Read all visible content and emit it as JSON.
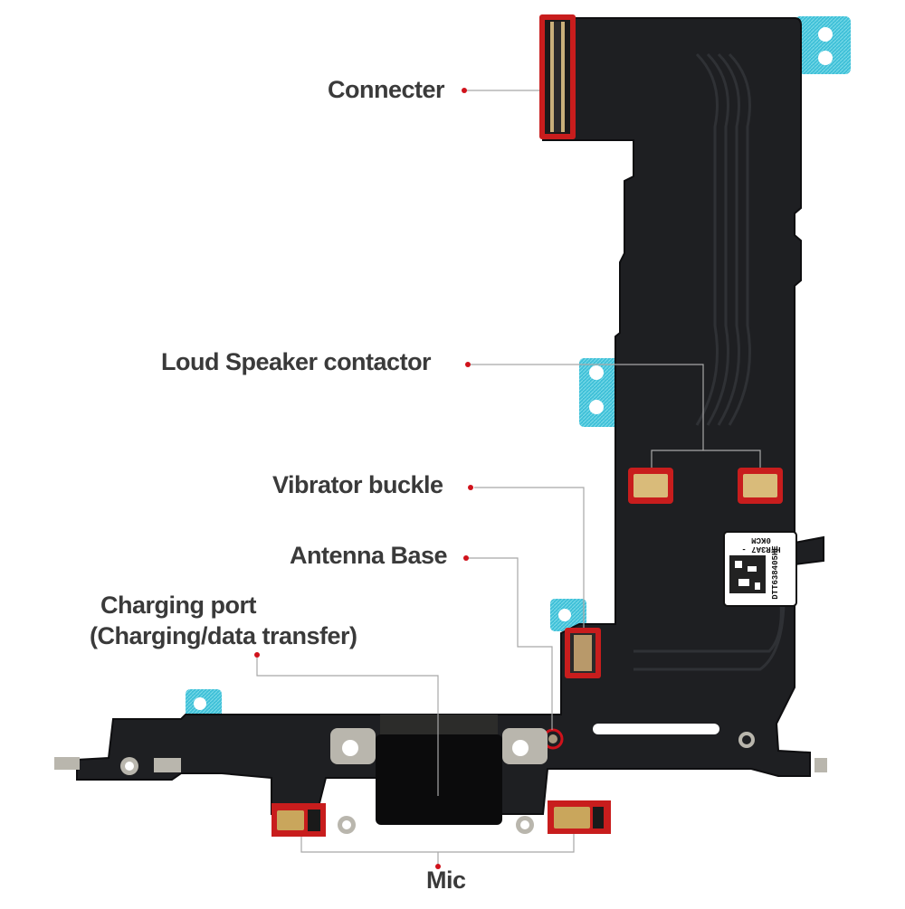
{
  "title": "Charging port flex cable component diagram",
  "colors": {
    "board": "#1e1f22",
    "board_edge": "#0e0e10",
    "highlight": "#c81d1d",
    "tape": "#3fc0d8",
    "gold": "#d9bb7a",
    "metal": "#b9b6ad",
    "leader_line": "#a8a8a8",
    "label_text": "#3a3a3a",
    "label_dot": "#d0121b"
  },
  "labels": {
    "connector": "Connecter",
    "loud_speaker": "Loud Speaker contactor",
    "vibrator": "Vibrator buckle",
    "antenna": "Antenna Base",
    "charging_line1": "Charging port",
    "charging_line2": "(Charging/data transfer)",
    "mic": "Mic"
  },
  "sticker": {
    "line1": "HFR3A7 - 0KCM",
    "line2": "DTT638405HE"
  }
}
